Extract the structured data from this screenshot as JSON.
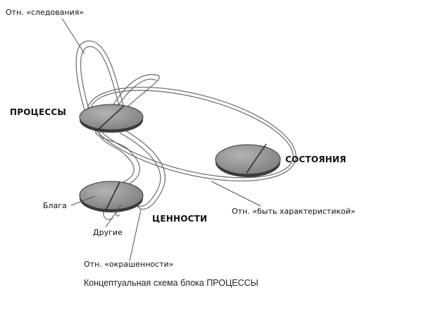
{
  "labels": {
    "rel_following": "Отн. «следования»",
    "processes": "ПРОЦЕССЫ",
    "states": "СОСТОЯНИЯ",
    "goods": "Блага",
    "values": "ЦЕННОСТИ",
    "others": "Другие",
    "rel_characteristic": "Отн. «быть характеристикой»",
    "rel_coloring": "Отн. «окрашенности»"
  },
  "caption": "Концептуальная схема блока ПРОЦЕССЫ",
  "colors": {
    "disc_fill": "#8a8a8a",
    "disc_edge": "#3a3a3a",
    "line": "#555555"
  }
}
